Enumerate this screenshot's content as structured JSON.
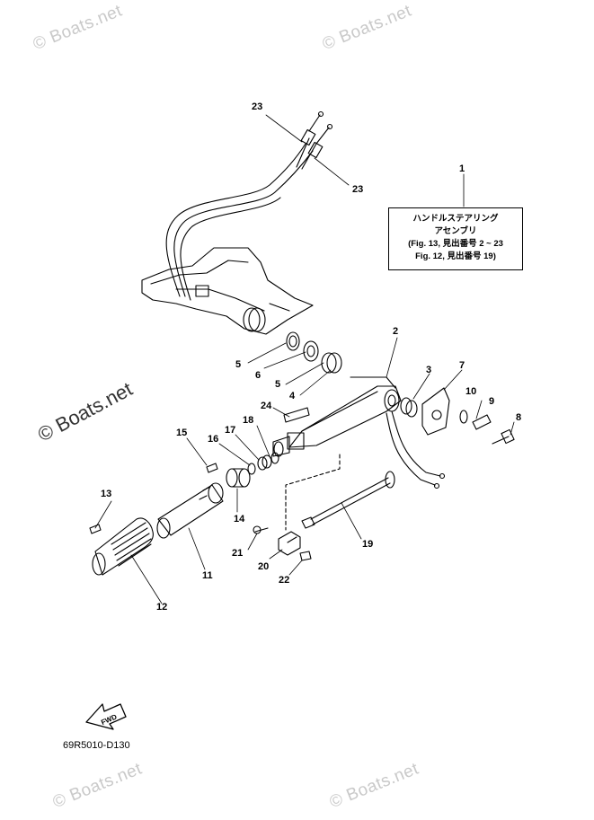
{
  "watermark": {
    "corner_text": "© Boats.net",
    "side_text": "© Boats.net"
  },
  "title_box": {
    "line1": "ハンドルステアリング",
    "line2": "アセンブリ",
    "line3": "(Fig. 13, 見出番号 2 ~ 23",
    "line4": "Fig. 12, 見出番号 19)"
  },
  "diagram_code": "69R5010-D130",
  "fwd_label": "FWD",
  "callouts": {
    "c1": "1",
    "c2": "2",
    "c3": "3",
    "c4": "4",
    "c5a": "5",
    "c5b": "5",
    "c6": "6",
    "c7": "7",
    "c8": "8",
    "c9": "9",
    "c10": "10",
    "c11": "11",
    "c12": "12",
    "c13": "13",
    "c14": "14",
    "c15": "15",
    "c16": "16",
    "c17": "17",
    "c18": "18",
    "c19": "19",
    "c20": "20",
    "c21": "21",
    "c22": "22",
    "c23a": "23",
    "c23b": "23",
    "c24": "24"
  },
  "colors": {
    "line": "#000000",
    "watermark": "#c9c9c9"
  }
}
